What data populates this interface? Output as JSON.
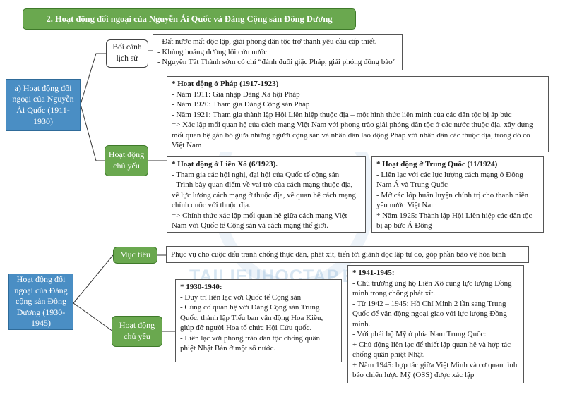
{
  "title": "2. Hoạt động đối ngoại của Nguyễn Ái Quốc và Đảng Cộng sản Đông Dương",
  "part_a": {
    "root": "a) Hoạt động đối ngoại của Nguyễn Ái Quốc (1911-1930)",
    "context": {
      "label": "Bối cảnh lịch sử",
      "lines": [
        "- Đất nước mất độc lập, giải phóng dân tộc trở thành yêu cầu cấp thiết.",
        "- Khủng hoảng đường lối cứu nước",
        "- Nguyễn Tất Thành sớm có chí “đánh đuổi giặc Pháp, giải phóng đồng bào”"
      ]
    },
    "activities": {
      "label": "Hoạt động chủ yếu",
      "france": {
        "heading": "* Hoạt động ở Pháp (1917-1923)",
        "lines": [
          "- Năm 1911: Gia nhập Đảng Xã hội Pháp",
          "- Năm 1920: Tham gia Đảng Cộng sản Pháp",
          "- Năm 1921: Tham gia thành lập Hội Liên hiệp thuộc địa – một hình thức liên minh của các dân tộc bị áp bức",
          "=> Xác lập mối quan hệ của cách mạng Việt Nam với phong trào giải phóng dân tộc ở các nước thuộc địa, xây dựng mối quan hệ gắn bó giữa những người cộng sản và nhân dân lao động Pháp với nhân dân các thuộc địa, trong đó có Việt Nam"
        ]
      },
      "ussr": {
        "heading": "* Hoạt động ở Liên Xô (6/1923).",
        "lines": [
          "- Tham gia các hội nghị, đại hội của Quốc tế cộng sản",
          "- Trình bày quan điểm về vai trò của cách mạng thuộc địa, về lực lượng cách mạng ở thuộc địa, về quan hệ cách mạng chính quốc với thuộc địa.",
          "=> Chính thức xác lập mối quan hệ giữa cách mạng Việt Nam với Quốc tế Cộng sản và cách mạng thế giới."
        ]
      },
      "china": {
        "heading": "* Hoạt động ở Trung Quốc (11/1924)",
        "lines": [
          "- Liên lạc với các lực lượng cách mạng ở Đông Nam Á và Trung Quốc",
          "- Mở các lớp huấn luyện chính trị cho thanh niên yêu nước Việt Nam",
          "* Năm 1925: Thành lập Hội Liên hiệp các dân tộc bị áp bức Á Đông"
        ]
      }
    }
  },
  "part_b": {
    "root": "Hoạt động đối ngoại của Đảng cộng sản Đông Dương (1930-1945)",
    "goal": {
      "label": "Mục tiêu",
      "text": "Phục vụ cho cuộc đấu tranh chống thực dân, phát xít, tiến tới giành độc lập tự do, góp phần bảo vệ hòa bình"
    },
    "activities": {
      "label": "Hoạt động chủ yếu",
      "p1930": {
        "heading": "* 1930-1940:",
        "lines": [
          "- Duy trì liên lạc với Quốc tế Cộng sản",
          "- Củng cố quan hệ với Đảng Cộng sản Trung Quốc, thành lập Tiểu ban vận động Hoa Kiều, giúp đỡ người Hoa tổ chức Hội Cứu quốc.",
          "- Liên lạc với phong trào dân tộc chống quân phiệt Nhật Bản ở một số nước."
        ]
      },
      "p1941": {
        "heading": "* 1941-1945:",
        "lines": [
          "- Chủ trương ủng hộ Liên Xô cùng lực lượng Đồng minh trong chống phát xít.",
          "- Từ 1942 – 1945: Hồ Chí Minh 2 lần sang Trung Quốc để vận động ngoại giao với lực lượng Đồng minh.",
          "- Với phái bộ Mỹ ở phía Nam Trung Quốc:",
          "+ Chủ động liên lạc để thiết lập quan hệ và hợp tác chống quân phiệt Nhật.",
          "+ Năm 1945: hợp tác giữa Việt Minh và cơ quan tình báo chiến lược Mỹ (OSS) được xác lập"
        ]
      }
    }
  },
  "watermark": "TAILIEUHOCTAP.EDU.VN"
}
